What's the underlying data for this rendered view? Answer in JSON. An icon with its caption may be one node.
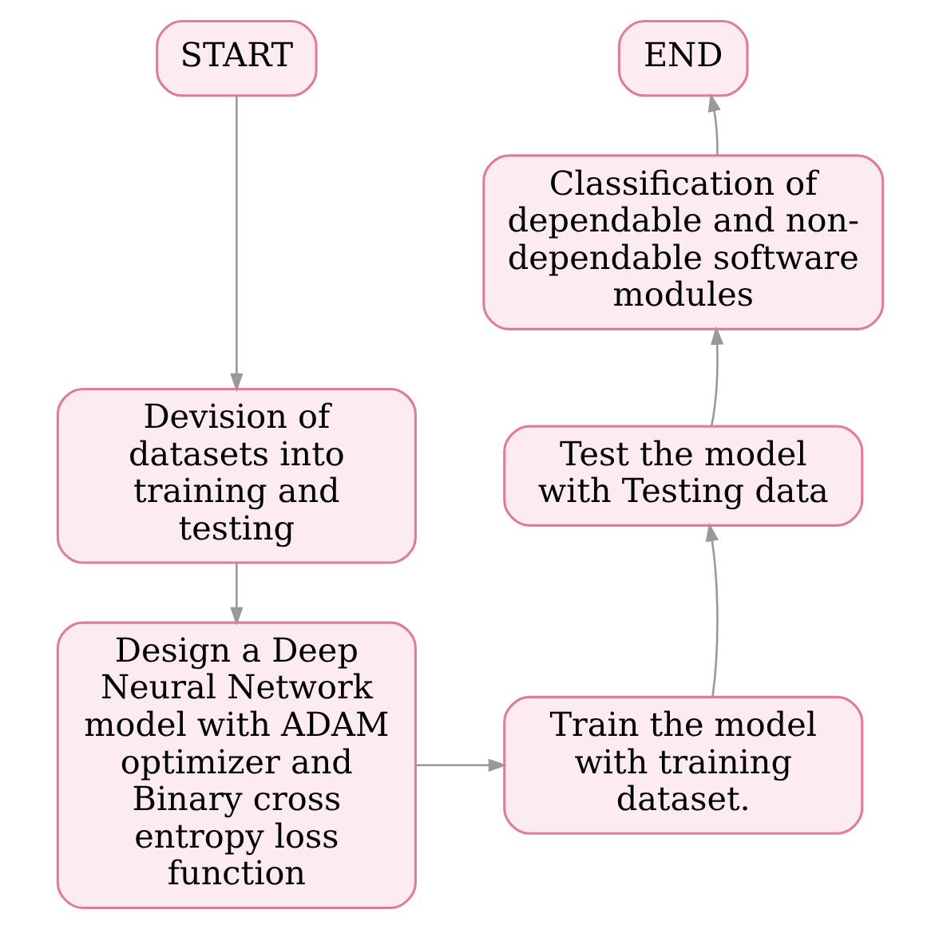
{
  "diagram": {
    "nodes": [
      {
        "text": [
          "START"
        ]
      },
      {
        "text": [
          "Devision of datasets into training and testing"
        ]
      },
      {
        "text": [
          "Design a Deep Neural Network model with ADAM optimizer and Binary cross entropy loss function"
        ]
      },
      {
        "text": [
          "Train the model with training dataset."
        ]
      },
      {
        "text": [
          "Test the model with Testing data"
        ]
      },
      {
        "text": [
          "Classification of dependable and non-dependable software modules"
        ]
      },
      {
        "text": [
          "END"
        ]
      }
    ],
    "edges": [
      {
        "from": 0,
        "to": 1,
        "arrow": "to"
      },
      {
        "from": 1,
        "to": 2,
        "arrow": "to"
      },
      {
        "from": 2,
        "to": 3,
        "arrow": "to"
      },
      {
        "from": 3,
        "to": 4,
        "arrow": "to"
      },
      {
        "from": 4,
        "to": 5,
        "arrow": "to"
      },
      {
        "from": 5,
        "to": 6,
        "arrow": "to"
      }
    ]
  }
}
